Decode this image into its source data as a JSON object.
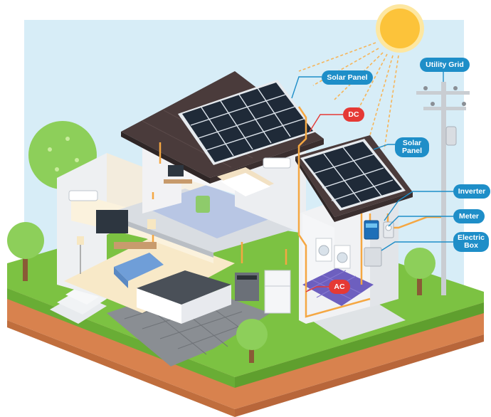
{
  "labels": {
    "solar_panel_main": "Solar Panel",
    "dc": "DC",
    "solar_panel_small": {
      "line1": "Solar",
      "line2": "Panel"
    },
    "utility_grid": "Utility Grid",
    "inverter": "Inverter",
    "meter": "Meter",
    "electric_box": {
      "line1": "Electric",
      "line2": "Box"
    },
    "ac": "AC"
  },
  "colors": {
    "label_blue": "#1e8ec8",
    "label_red": "#e53935",
    "wire_orange": "#f5a742",
    "sun_yellow": "#fcc33a",
    "grass_green": "#7cc242",
    "soil_brown": "#d8824e",
    "sky_blue": "#d7edf7",
    "panel_dark": "#1f2a38"
  },
  "icons": [
    "sun-icon",
    "utility-pole-icon",
    "inverter-icon",
    "meter-icon",
    "electric-box-icon"
  ]
}
